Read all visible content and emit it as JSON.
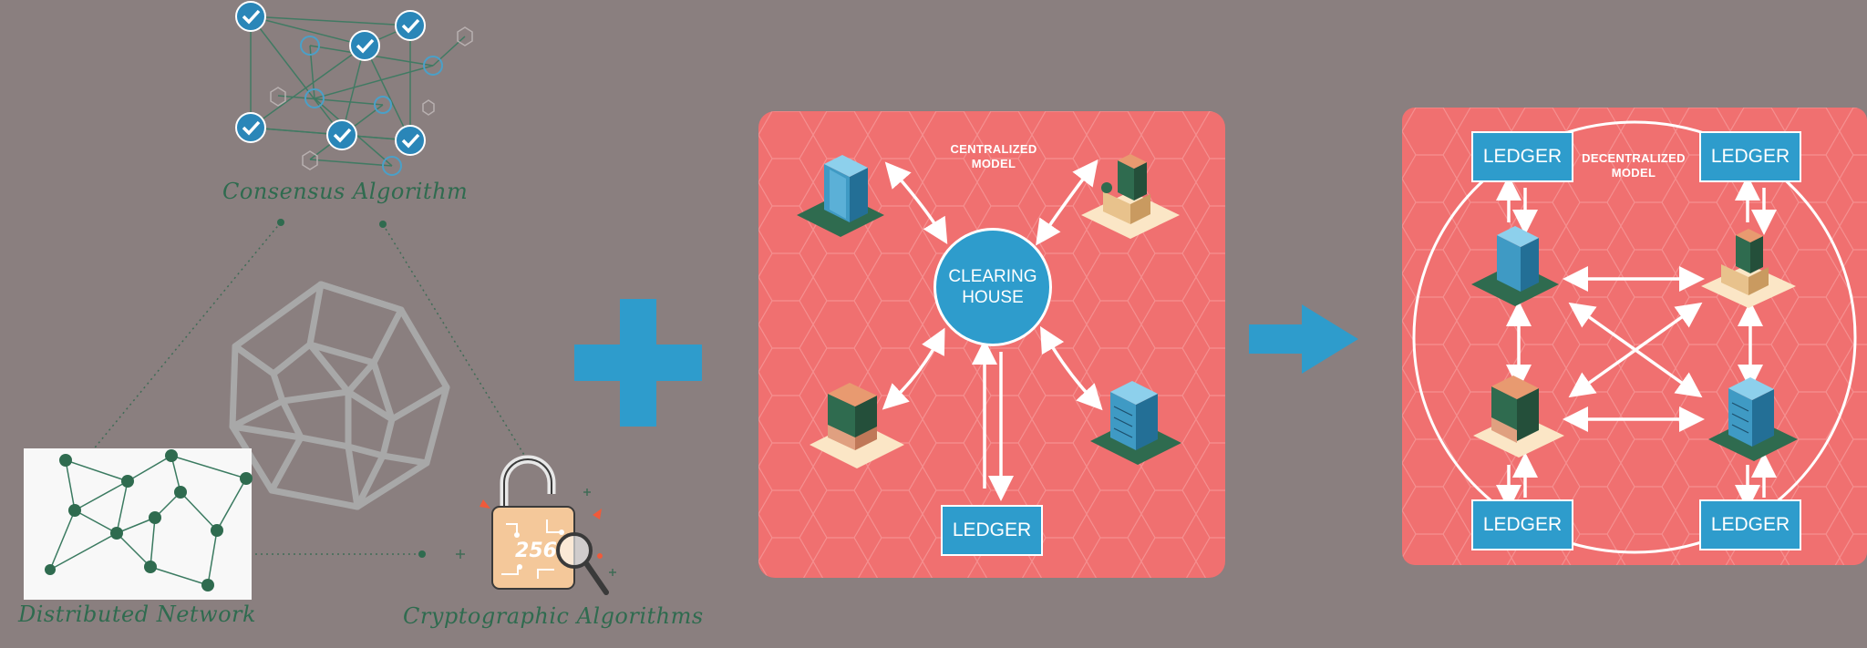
{
  "captions": {
    "consensus": "Consensus Algorithm",
    "distributed": "Distributed Network",
    "cryptographic": "Cryptographic Algorithms"
  },
  "lock": {
    "number": "256"
  },
  "centralized": {
    "title_line1": "CENTRALIZED",
    "title_line2": "MODEL",
    "hub_line1": "CLEARING",
    "hub_line2": "HOUSE",
    "ledger_label": "LEDGER"
  },
  "decentralized": {
    "title_line1": "DECENTRALIZED",
    "title_line2": "MODEL",
    "ledger_labels": [
      "LEDGER",
      "LEDGER",
      "LEDGER",
      "LEDGER"
    ]
  },
  "colors": {
    "background": "#8a7f7f",
    "panel": "#f07070",
    "accent_blue": "#2e9ccc",
    "network_green": "#2f6b4f",
    "check_blue": "#2a86b8"
  }
}
